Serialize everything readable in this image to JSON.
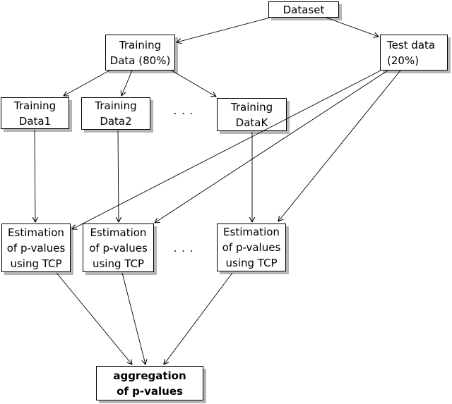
{
  "diagram": {
    "nodes": {
      "dataset": {
        "lines": [
          "Dataset"
        ]
      },
      "training_data_80": {
        "lines": [
          "Training",
          "Data (80%)"
        ]
      },
      "test_data_20": {
        "lines": [
          "Test data",
          "(20%)"
        ]
      },
      "training_data_1": {
        "lines": [
          "Training",
          "Data1"
        ]
      },
      "training_data_2": {
        "lines": [
          "Training",
          "Data2"
        ]
      },
      "training_data_k": {
        "lines": [
          "Training",
          "DataK"
        ]
      },
      "estimation_1": {
        "lines": [
          "Estimation",
          "of p-values",
          "using TCP"
        ]
      },
      "estimation_2": {
        "lines": [
          "Estimation",
          "of p-values",
          "using TCP"
        ]
      },
      "estimation_3": {
        "lines": [
          "Estimation",
          "of p-values",
          "using TCP"
        ]
      },
      "aggregation": {
        "lines": [
          "aggregation",
          "of p-values"
        ]
      }
    },
    "ellipsis_training": ". . .",
    "ellipsis_estimation": ". . .",
    "edges": [
      {
        "from": "dataset",
        "to": "training_data_80"
      },
      {
        "from": "dataset",
        "to": "test_data_20"
      },
      {
        "from": "training_data_80",
        "to": "training_data_1"
      },
      {
        "from": "training_data_80",
        "to": "training_data_2"
      },
      {
        "from": "training_data_80",
        "to": "training_data_k"
      },
      {
        "from": "test_data_20",
        "to": "estimation_1"
      },
      {
        "from": "test_data_20",
        "to": "estimation_2"
      },
      {
        "from": "test_data_20",
        "to": "estimation_3"
      },
      {
        "from": "training_data_1",
        "to": "estimation_1"
      },
      {
        "from": "training_data_2",
        "to": "estimation_2"
      },
      {
        "from": "training_data_k",
        "to": "estimation_3"
      },
      {
        "from": "estimation_1",
        "to": "aggregation"
      },
      {
        "from": "estimation_2",
        "to": "aggregation"
      },
      {
        "from": "estimation_3",
        "to": "aggregation"
      }
    ],
    "colors": {
      "background": "#ffffff",
      "box_fill": "#ffffff",
      "box_border": "#000000",
      "box_shadow": "#b5b5b5",
      "arrow": "#000000",
      "text": "#000000"
    }
  }
}
